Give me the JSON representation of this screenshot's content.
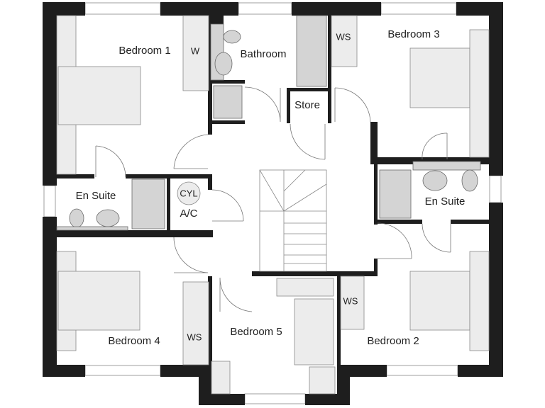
{
  "rooms": {
    "bedroom1": "Bedroom 1",
    "bedroom2": "Bedroom 2",
    "bedroom3": "Bedroom 3",
    "bedroom4": "Bedroom 4",
    "bedroom5": "Bedroom 5",
    "bathroom": "Bathroom",
    "store": "Store",
    "ensuite_left": "En Suite",
    "ensuite_right": "En Suite",
    "cylinder": "CYL",
    "airing_cupboard": "A/C"
  },
  "fixtures": {
    "wardrobe_bed1": "W",
    "ws_bed3": "WS",
    "ws_bed4": "WS",
    "ws_bed2": "WS"
  },
  "colors": {
    "wall": "#1e1e1e",
    "furniture": "#ececec",
    "sanitary": "#d4d4d4"
  }
}
